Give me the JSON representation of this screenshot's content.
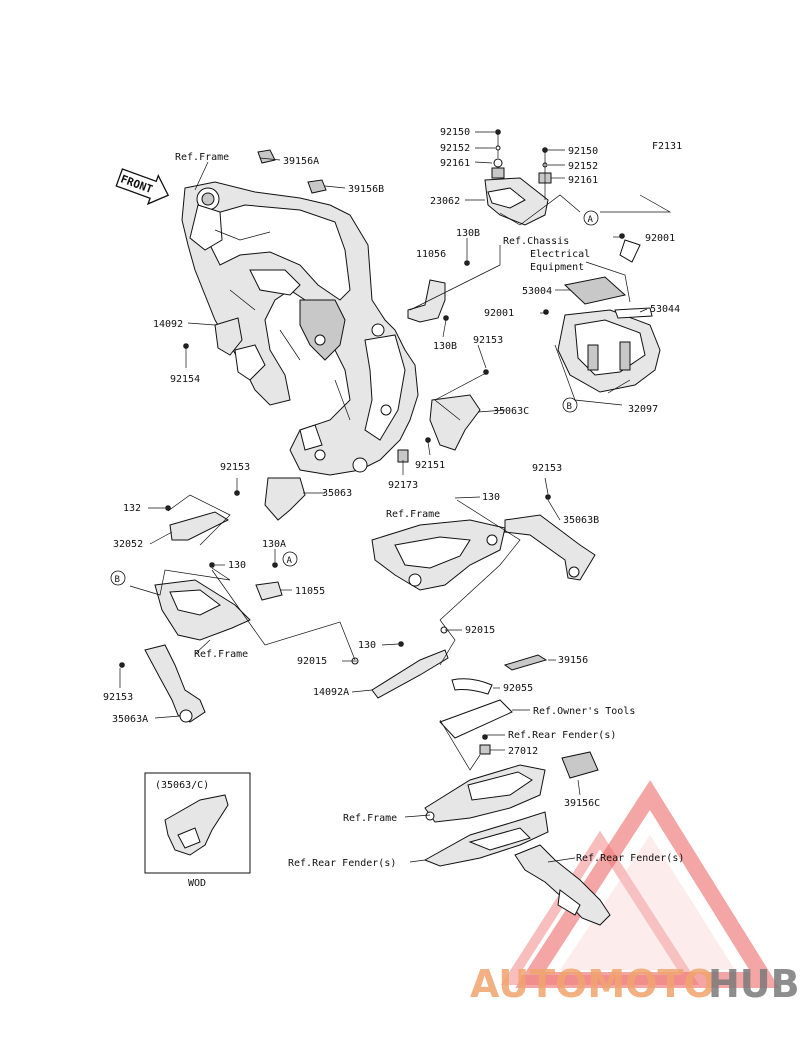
{
  "figure_code": "F2131",
  "front_label": "FRONT",
  "inset": {
    "title": "(35063/C)",
    "caption": "WOD"
  },
  "callouts": {
    "ref_frame_top": "Ref.Frame",
    "p39156A": "39156A",
    "p39156B": "39156B",
    "p92150_a": "92150",
    "p92152_a": "92152",
    "p92161_a": "92161",
    "p92150_b": "92150",
    "p92152_b": "92152",
    "p92161_b": "92161",
    "p23062": "23062",
    "circle_a_1": "A",
    "p130B_a": "130B",
    "ref_chassis_1": "Ref.Chassis",
    "ref_chassis_2": "Electrical",
    "ref_chassis_3": "Equipment",
    "p92001_a": "92001",
    "p11056": "11056",
    "p53004": "53004",
    "p53044": "53044",
    "p92001_b": "92001",
    "p14092": "14092",
    "p130B_b": "130B",
    "p92153_a": "92153",
    "p92154": "92154",
    "p35063C": "35063C",
    "circle_b_1": "B",
    "p32097": "32097",
    "p92151": "92151",
    "p92153_b": "92153",
    "p92173": "92173",
    "p35063": "35063",
    "p92153_c": "92153",
    "p130_a": "130",
    "p132": "132",
    "ref_frame_mid": "Ref.Frame",
    "p35063B": "35063B",
    "p32052": "32052",
    "p130A": "130A",
    "circle_a_2": "A",
    "p130_b": "130",
    "p11055": "11055",
    "circle_b_2": "B",
    "ref_frame_left": "Ref.Frame",
    "p92015_a": "92015",
    "p130_c": "130",
    "p92015_b": "92015",
    "p39156": "39156",
    "p92153_d": "92153",
    "p14092A": "14092A",
    "p92055": "92055",
    "p35063A": "35063A",
    "ref_owners_tools": "Ref.Owner's Tools",
    "ref_rear_fender_1": "Ref.Rear Fender(s)",
    "p27012": "27012",
    "p39156C": "39156C",
    "ref_frame_bottom": "Ref.Frame",
    "ref_rear_fender_2": "Ref.Rear Fender(s)",
    "ref_rear_fender_3": "Ref.Rear Fender(s)"
  },
  "watermark": {
    "part1": "AUTOMOTO",
    "part2": "HUB",
    "color1": "#f0a46e",
    "color2": "#7a7a7a",
    "triangle_color": "#e83b3b"
  }
}
